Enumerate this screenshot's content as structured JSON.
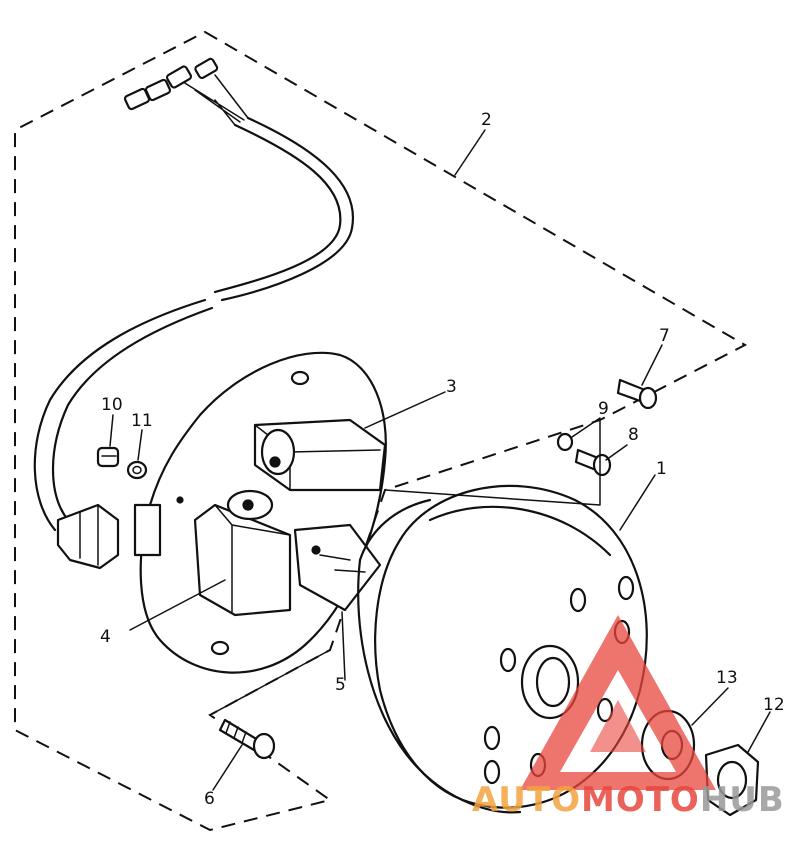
{
  "callouts": {
    "c1": "1",
    "c2": "2",
    "c3": "3",
    "c4": "4",
    "c5": "5",
    "c6": "6",
    "c7": "7",
    "c8": "8",
    "c9": "9",
    "c10": "10",
    "c11": "11",
    "c12": "12",
    "c13": "13"
  },
  "watermark": {
    "part1": "AUTO",
    "part2": "MOTO",
    "part3": "HUB",
    "color_orange": "#f4a340",
    "color_red": "#e8473e",
    "color_gray": "#9a9a9a"
  }
}
